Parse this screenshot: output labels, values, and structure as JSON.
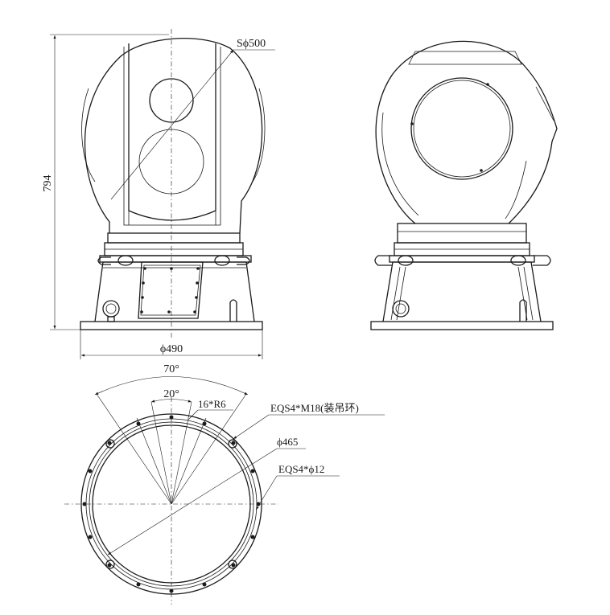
{
  "labels": {
    "sphere_diameter": "Sϕ500",
    "height": "794",
    "base_width": "ϕ490",
    "angle_large": "70°",
    "angle_small": "20°",
    "slot_radius": "16*R6",
    "lifting_rings": "EQS4*M18(装吊环)",
    "bolt_circle": "ϕ465",
    "holes": "EQS4*ϕ12"
  }
}
